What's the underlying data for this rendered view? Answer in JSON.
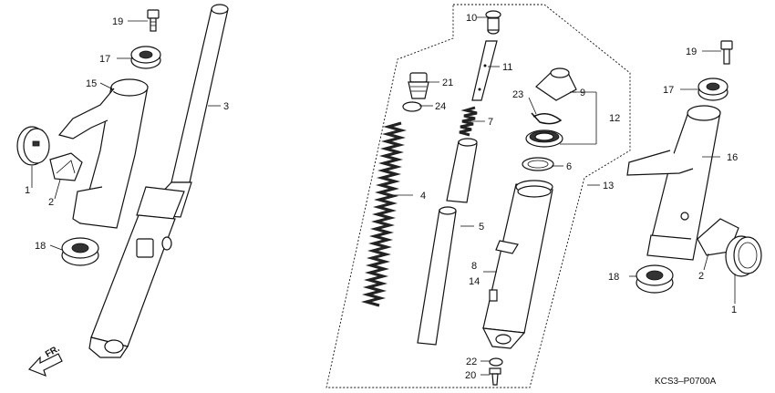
{
  "diagram": {
    "callouts": {
      "c1a": "1",
      "c2a": "2",
      "c3": "3",
      "c4": "4",
      "c5": "5",
      "c6": "6",
      "c7": "7",
      "c8": "8",
      "c9": "9",
      "c10": "10",
      "c11": "11",
      "c12": "12",
      "c13": "13",
      "c14": "14",
      "c15": "15",
      "c16": "16",
      "c17a": "17",
      "c17b": "17",
      "c18a": "18",
      "c18b": "18",
      "c19a": "19",
      "c19b": "19",
      "c20": "20",
      "c21": "21",
      "c22": "22",
      "c23": "23",
      "c24": "24",
      "c1b": "1",
      "c2b": "2"
    },
    "direction_label": "FR.",
    "diagram_code": "KCS3–P0700A"
  }
}
